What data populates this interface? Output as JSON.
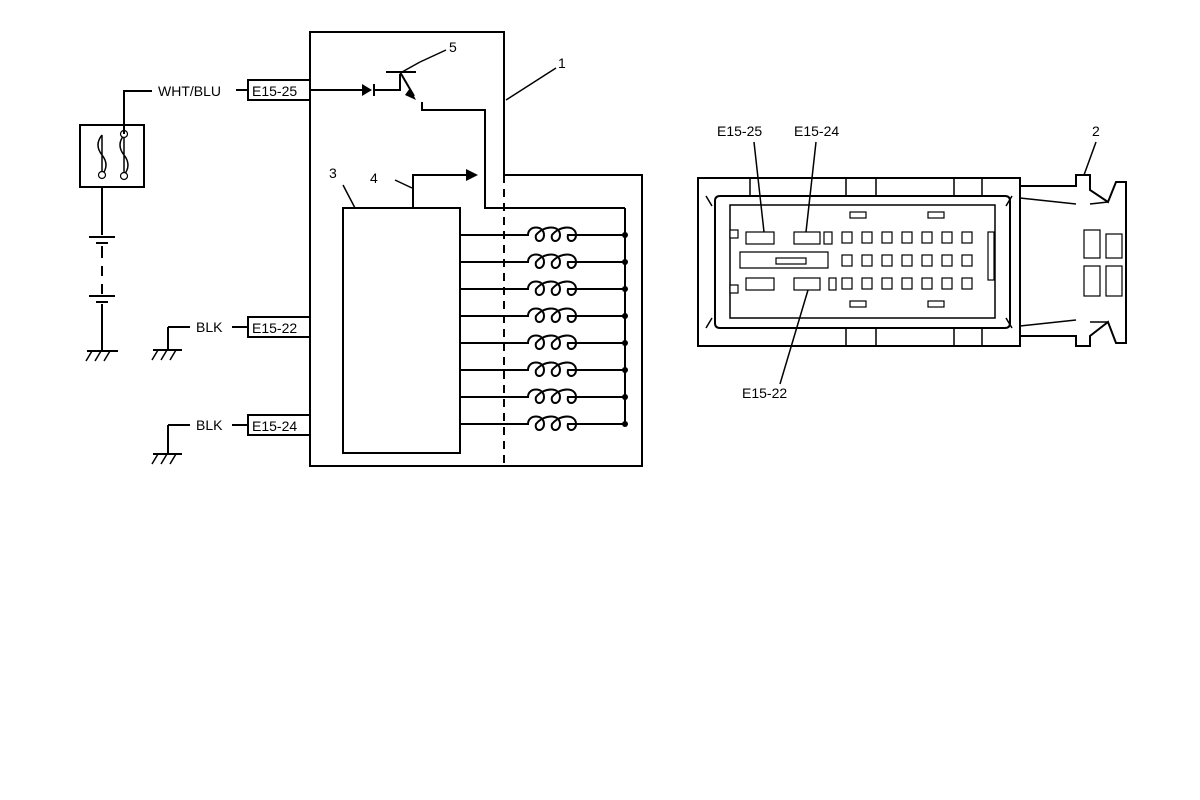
{
  "schematic": {
    "wire_colors": {
      "supply": "WHT/BLU",
      "ground1": "BLK",
      "ground2": "BLK"
    },
    "pins": {
      "supply": "E15-25",
      "ground1": "E15-22",
      "ground2": "E15-24"
    },
    "callouts": {
      "module": "1",
      "control_unit": "3",
      "feed_line": "4",
      "transistor": "5"
    }
  },
  "connector": {
    "callout": "2",
    "labels": {
      "top_left": "E15-25",
      "top_right": "E15-24",
      "bottom": "E15-22"
    }
  }
}
